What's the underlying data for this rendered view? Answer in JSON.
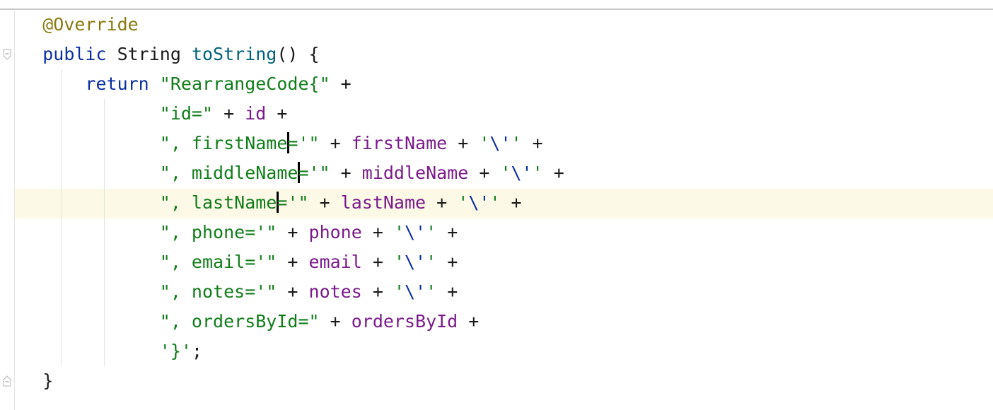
{
  "editor": {
    "lines": [
      {
        "indent": "    ",
        "tokens": [
          {
            "t": "annotation",
            "v": "@Override"
          }
        ]
      },
      {
        "indent": "    ",
        "tokens": [
          {
            "t": "keyword",
            "v": "public"
          },
          {
            "t": "plain",
            "v": " String "
          },
          {
            "t": "method",
            "v": "toString"
          },
          {
            "t": "plain",
            "v": "() {"
          }
        ]
      },
      {
        "indent": "        ",
        "tokens": [
          {
            "t": "keyword",
            "v": "return"
          },
          {
            "t": "plain",
            "v": " "
          },
          {
            "t": "string",
            "v": "\"RearrangeCode{\""
          },
          {
            "t": "plain",
            "v": " +"
          }
        ]
      },
      {
        "indent": "               ",
        "tokens": [
          {
            "t": "string",
            "v": "\"id=\""
          },
          {
            "t": "plain",
            "v": " + "
          },
          {
            "t": "field",
            "v": "id"
          },
          {
            "t": "plain",
            "v": " +"
          }
        ]
      },
      {
        "indent": "               ",
        "tokens": [
          {
            "t": "string",
            "v": "\", firstName"
          },
          {
            "t": "cursor"
          },
          {
            "t": "string",
            "v": "='\""
          },
          {
            "t": "plain",
            "v": " + "
          },
          {
            "t": "field",
            "v": "firstName"
          },
          {
            "t": "plain",
            "v": " + "
          },
          {
            "t": "string",
            "v": "'"
          },
          {
            "t": "escape",
            "v": "\\'"
          },
          {
            "t": "string",
            "v": "'"
          },
          {
            "t": "plain",
            "v": " +"
          }
        ]
      },
      {
        "indent": "               ",
        "tokens": [
          {
            "t": "string",
            "v": "\", middleName"
          },
          {
            "t": "cursor"
          },
          {
            "t": "string",
            "v": "='\""
          },
          {
            "t": "plain",
            "v": " + "
          },
          {
            "t": "field",
            "v": "middleName"
          },
          {
            "t": "plain",
            "v": " + "
          },
          {
            "t": "string",
            "v": "'"
          },
          {
            "t": "escape",
            "v": "\\'"
          },
          {
            "t": "string",
            "v": "'"
          },
          {
            "t": "plain",
            "v": " +"
          }
        ]
      },
      {
        "indent": "               ",
        "tokens": [
          {
            "t": "string",
            "v": "\", lastName"
          },
          {
            "t": "cursor"
          },
          {
            "t": "string",
            "v": "='\""
          },
          {
            "t": "plain",
            "v": " + "
          },
          {
            "t": "field",
            "v": "lastName"
          },
          {
            "t": "plain",
            "v": " + "
          },
          {
            "t": "string",
            "v": "'"
          },
          {
            "t": "escape",
            "v": "\\'"
          },
          {
            "t": "string",
            "v": "'"
          },
          {
            "t": "plain",
            "v": " +"
          }
        ]
      },
      {
        "indent": "               ",
        "tokens": [
          {
            "t": "string",
            "v": "\", phone='\""
          },
          {
            "t": "plain",
            "v": " + "
          },
          {
            "t": "field",
            "v": "phone"
          },
          {
            "t": "plain",
            "v": " + "
          },
          {
            "t": "string",
            "v": "'"
          },
          {
            "t": "escape",
            "v": "\\'"
          },
          {
            "t": "string",
            "v": "'"
          },
          {
            "t": "plain",
            "v": " +"
          }
        ]
      },
      {
        "indent": "               ",
        "tokens": [
          {
            "t": "string",
            "v": "\", email='\""
          },
          {
            "t": "plain",
            "v": " + "
          },
          {
            "t": "field",
            "v": "email"
          },
          {
            "t": "plain",
            "v": " + "
          },
          {
            "t": "string",
            "v": "'"
          },
          {
            "t": "escape",
            "v": "\\'"
          },
          {
            "t": "string",
            "v": "'"
          },
          {
            "t": "plain",
            "v": " +"
          }
        ]
      },
      {
        "indent": "               ",
        "tokens": [
          {
            "t": "string",
            "v": "\", notes='\""
          },
          {
            "t": "plain",
            "v": " + "
          },
          {
            "t": "field",
            "v": "notes"
          },
          {
            "t": "plain",
            "v": " + "
          },
          {
            "t": "string",
            "v": "'"
          },
          {
            "t": "escape",
            "v": "\\'"
          },
          {
            "t": "string",
            "v": "'"
          },
          {
            "t": "plain",
            "v": " +"
          }
        ]
      },
      {
        "indent": "               ",
        "tokens": [
          {
            "t": "string",
            "v": "\", ordersById=\""
          },
          {
            "t": "plain",
            "v": " + "
          },
          {
            "t": "field",
            "v": "ordersById"
          },
          {
            "t": "plain",
            "v": " +"
          }
        ]
      },
      {
        "indent": "               ",
        "tokens": [
          {
            "t": "string",
            "v": "'}'"
          },
          {
            "t": "plain",
            "v": ";"
          }
        ]
      },
      {
        "indent": "    ",
        "tokens": [
          {
            "t": "plain",
            "v": "}"
          }
        ]
      }
    ]
  }
}
